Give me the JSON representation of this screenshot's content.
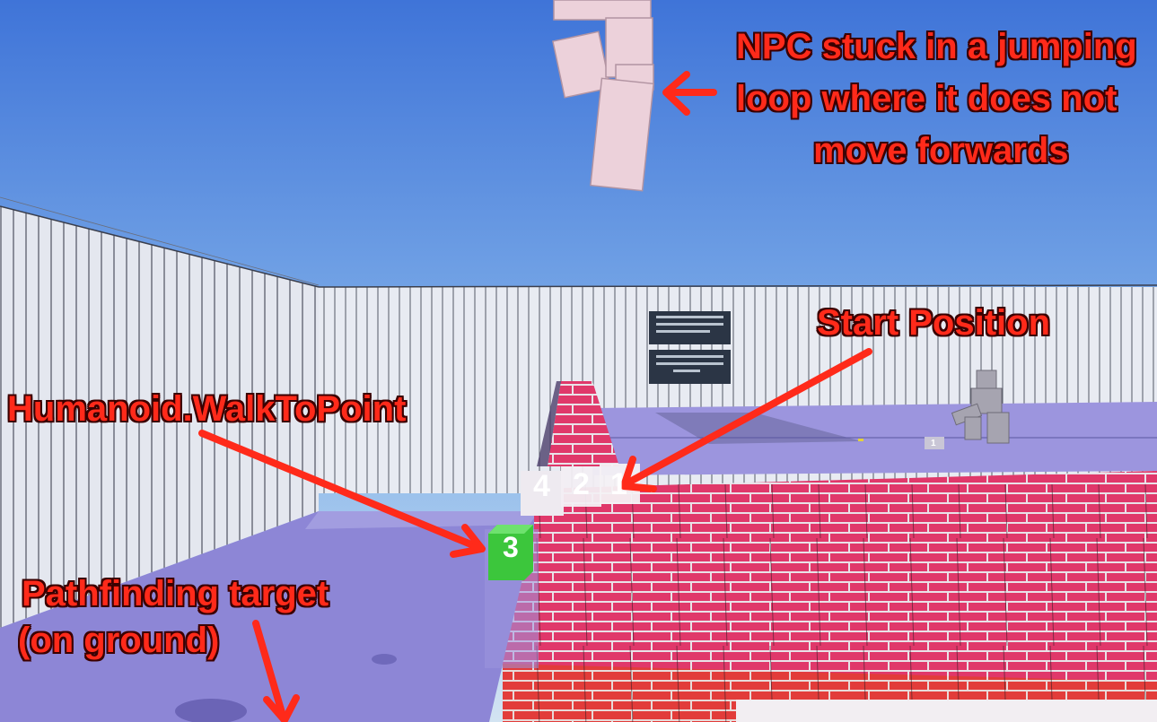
{
  "annotations": {
    "npc_stuck_line1": "NPC stuck in a jumping",
    "npc_stuck_line2": "loop where it does not",
    "npc_stuck_line3": "move forwards",
    "start_position": "Start Position",
    "walk_to_point": "Humanoid.WalkToPoint",
    "pathfinding_target_line1": "Pathfinding target",
    "pathfinding_target_line2": "(on ground)"
  },
  "waypoints": {
    "wp4": "4",
    "wp2": "2",
    "wp1": "1",
    "wp3": "3",
    "small_marker": "1"
  },
  "colors": {
    "annotation": "#ff2a1a",
    "sky_top": "#3f74d8",
    "sky_bottom": "#c9ddf0",
    "brick": "#e23a6a",
    "ground": "#8f87dc",
    "waypoint_active": "#3cc63c"
  }
}
